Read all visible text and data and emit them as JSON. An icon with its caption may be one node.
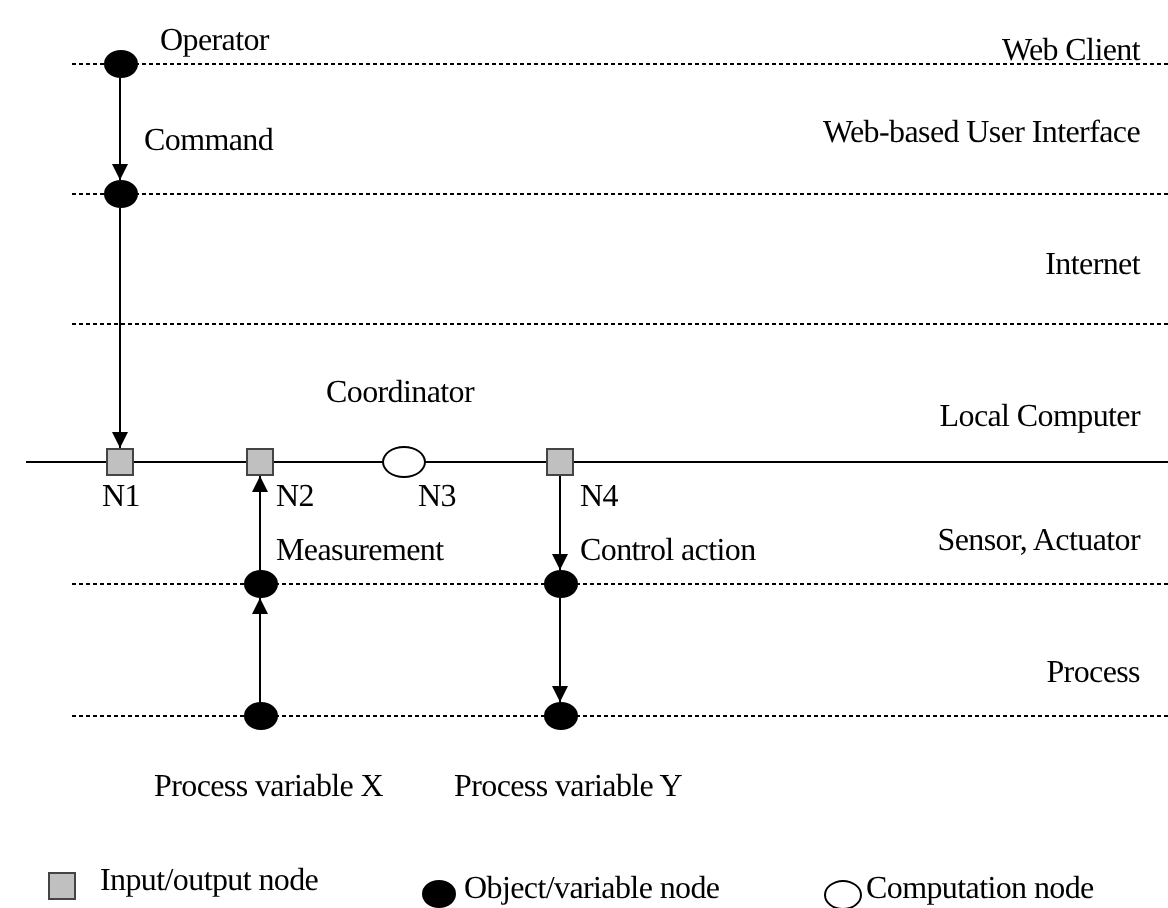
{
  "diagram": {
    "nodes": [
      {
        "text": [],
        "shape": "dot",
        "beside": [
          "Operator"
        ]
      },
      {
        "text": [],
        "shape": "dot",
        "beside": [
          "Command"
        ]
      },
      {
        "text": [],
        "shape": "box",
        "beside": [
          "N1"
        ]
      },
      {
        "text": [],
        "shape": "box",
        "beside": [
          "N2"
        ]
      },
      {
        "text": [],
        "shape": "circle",
        "beside": [
          "Coordinator",
          "N3"
        ]
      },
      {
        "text": [],
        "shape": "box",
        "beside": [
          "N4"
        ]
      },
      {
        "text": [],
        "shape": "dot",
        "beside": [
          "Measurement"
        ]
      },
      {
        "text": [],
        "shape": "dot",
        "beside": [
          "Control action"
        ]
      },
      {
        "text": [],
        "shape": "dot",
        "beside": [
          "Process variable X"
        ]
      },
      {
        "text": [],
        "shape": "dot",
        "beside": [
          "Process variable Y"
        ]
      }
    ],
    "edges": [
      {
        "from": 0,
        "to": 1,
        "arrow": "to"
      },
      {
        "from": 1,
        "to": 2,
        "arrow": "to"
      },
      {
        "from": 8,
        "to": 6,
        "arrow": "to"
      },
      {
        "from": 6,
        "to": 3,
        "arrow": "to"
      },
      {
        "from": 5,
        "to": 7,
        "arrow": "to"
      },
      {
        "from": 7,
        "to": 9,
        "arrow": "to"
      }
    ],
    "labels": [
      "Web Client",
      "Web-based User Interface",
      "Internet",
      "Local Computer",
      "Sensor, Actuator",
      "Process"
    ],
    "legend": [
      {
        "text": "Input/output node"
      },
      {
        "text": "Object/variable node"
      },
      {
        "text": "Computation node"
      }
    ]
  }
}
